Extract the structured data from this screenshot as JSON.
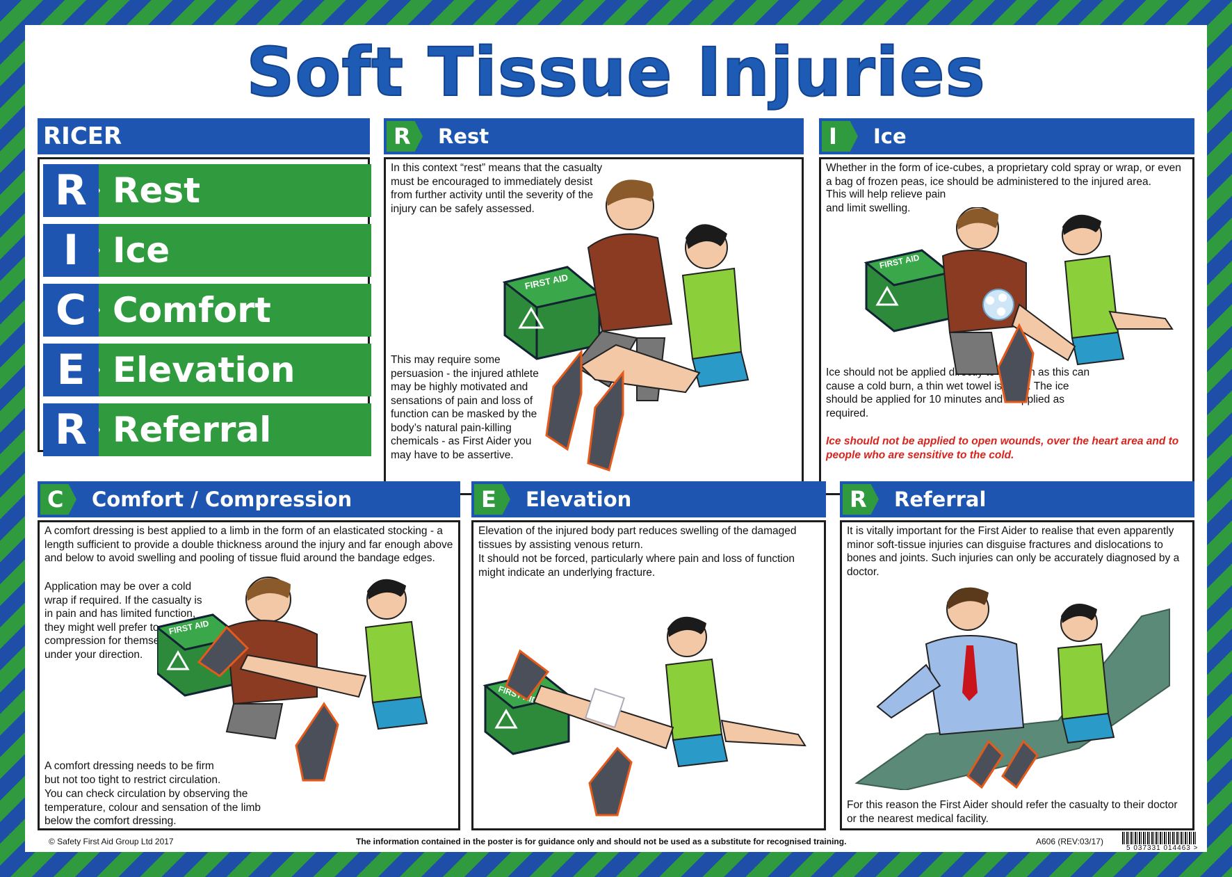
{
  "title": "Soft Tissue Injuries",
  "ricer": {
    "header": "RICER",
    "items": [
      {
        "letter": "R",
        "word": "Rest"
      },
      {
        "letter": "I",
        "word": "Ice"
      },
      {
        "letter": "C",
        "word": "Comfort"
      },
      {
        "letter": "E",
        "word": "Elevation"
      },
      {
        "letter": "R",
        "word": "Referral"
      }
    ]
  },
  "rest": {
    "letter": "R",
    "label": "Rest",
    "p1": "In this context “rest” means that the casualty must be encouraged to immediately desist from further activity until the severity of the injury can be safely assessed.",
    "p2": "This may require some persuasion - the injured athlete may be highly motivated and sensations of pain and loss of function can be masked by the body’s natural pain-killing chemicals - as First Aider you may have to be assertive.",
    "kit_label": "FIRST AID"
  },
  "ice": {
    "letter": "I",
    "label": "Ice",
    "p1": "Whether in the form of ice-cubes, a proprietary cold spray or wrap, or even a bag of frozen peas, ice should be administered to the injured area.",
    "p2": "This will help relieve pain and limit swelling.",
    "p3": "Ice should not be applied directly to the skin as this can cause a cold burn, a thin wet towel is ideal. The ice should be applied for 10 minutes and reapplied as required.",
    "warning": "Ice should not be applied to open wounds, over the heart area and to people who are sensitive to the cold.",
    "kit_label": "FIRST AID"
  },
  "comfort": {
    "letter": "C",
    "label": "Comfort / Compression",
    "p1": "A comfort dressing is best applied to a limb in the form of an elasticated stocking - a length sufficient to provide a double thickness around the injury and far enough above and below to avoid swelling and pooling of tissue fluid around the bandage edges.",
    "p2": "Application may be over a cold wrap if required. If the casualty is in pain and has limited function, they might well prefer to apply the compression for themselves under your direction.",
    "p3": "A comfort dressing needs to be firm but not too tight to restrict circulation.",
    "p4": "You can check circulation by observing the temperature, colour and sensation of the limb below the comfort dressing.",
    "kit_label": "FIRST AID"
  },
  "elevation": {
    "letter": "E",
    "label": "Elevation",
    "p1": "Elevation of the injured body part reduces swelling of the damaged tissues by assisting venous return.",
    "p2": "It should not be forced, particularly where pain and loss of function might indicate an underlying fracture.",
    "kit_label": "FIRST AID"
  },
  "referral": {
    "letter": "R",
    "label": "Referral",
    "p1": "It is vitally important for the First Aider to realise that even apparently minor soft-tissue injuries can disguise fractures and dislocations to bones and joints. Such injuries can only be accurately diagnosed by a doctor.",
    "p2": "For this reason the First Aider should refer the casualty to their doctor or the nearest medical facility."
  },
  "footer": {
    "copyright": "© Safety First Aid Group Ltd 2017",
    "disclaimer": "The information contained in the poster is for guidance only and should not be used as a substitute for recognised training.",
    "code": "A606 (REV:03/17)",
    "barcode_number": "5 037331 014463 >"
  },
  "colors": {
    "blue": "#1e55b0",
    "green": "#2f9a3e",
    "warning_red": "#d9231d"
  }
}
